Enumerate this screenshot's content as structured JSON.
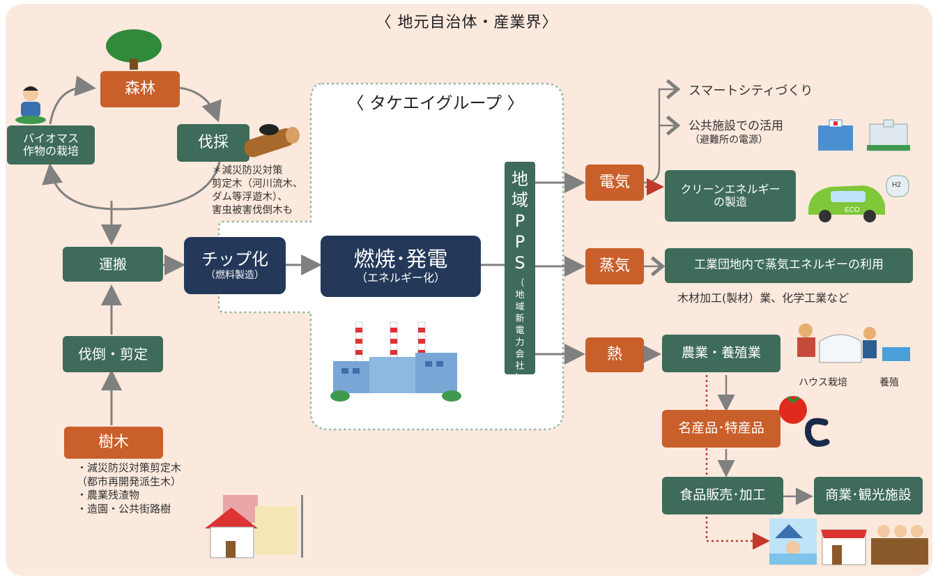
{
  "outer_title": "〈 地元自治体・産業界〉",
  "group_title": "〈 タケエイグループ 〉",
  "cycle": {
    "forest": "森林",
    "biomass_line1": "バイオマス",
    "biomass_line2": "作物の栽培",
    "logging": "伐採",
    "logging_note": [
      "＊減災防災対策",
      "剪定木（河川流木、",
      "ダム等浮遊木）、",
      "害虫被害伐倒木も"
    ]
  },
  "left_chain": {
    "transport": "運搬",
    "felling": "伐倒・剪定",
    "trees": "樹木",
    "trees_note": [
      "・減災防災対策剪定木",
      "（都市再開発派生木）",
      "・農業残渣物",
      "・造園・公共街路樹"
    ]
  },
  "process": {
    "chip": "チップ化",
    "chip_sub": "（燃料製造）",
    "burn": "燃焼･発電",
    "burn_sub": "（エネルギー化）"
  },
  "pps": {
    "main": [
      "地",
      "域",
      "P",
      "P",
      "S"
    ],
    "sub": [
      "（",
      "地",
      "域",
      "新",
      "電",
      "力",
      "会",
      "社",
      "）"
    ]
  },
  "outputs": {
    "electricity": "電気",
    "steam": "蒸気",
    "heat": "熱"
  },
  "electricity_uses": {
    "smart_city": "スマートシティづくり",
    "public_facility": "公共施設での活用",
    "public_facility_sub": "（避難所の電源）",
    "clean_energy_line1": "クリーンエネルギー",
    "clean_energy_line2": "の製造",
    "h2_label": "H2",
    "eco_label": "ECO"
  },
  "steam_use": {
    "industrial": "工業団地内で蒸気エネルギーの利用",
    "industrial_note": "木材加工(製材）業、化学工業など"
  },
  "heat_uses": {
    "agriculture": "農業・養殖業",
    "greenhouse": "ハウス栽培",
    "aquaculture": "養殖",
    "specialty": "名産品･特産品",
    "food": "食品販売･加工",
    "commerce": "商業･観光施設"
  },
  "colors": {
    "panel": "#fbe9dd",
    "green_box": "#3e6b5a",
    "orange_box": "#c95f2b",
    "navy_box": "#24395a",
    "arrow": "#808080",
    "dotted_red": "#c0392b",
    "dotted_border": "#8fb8a8"
  }
}
